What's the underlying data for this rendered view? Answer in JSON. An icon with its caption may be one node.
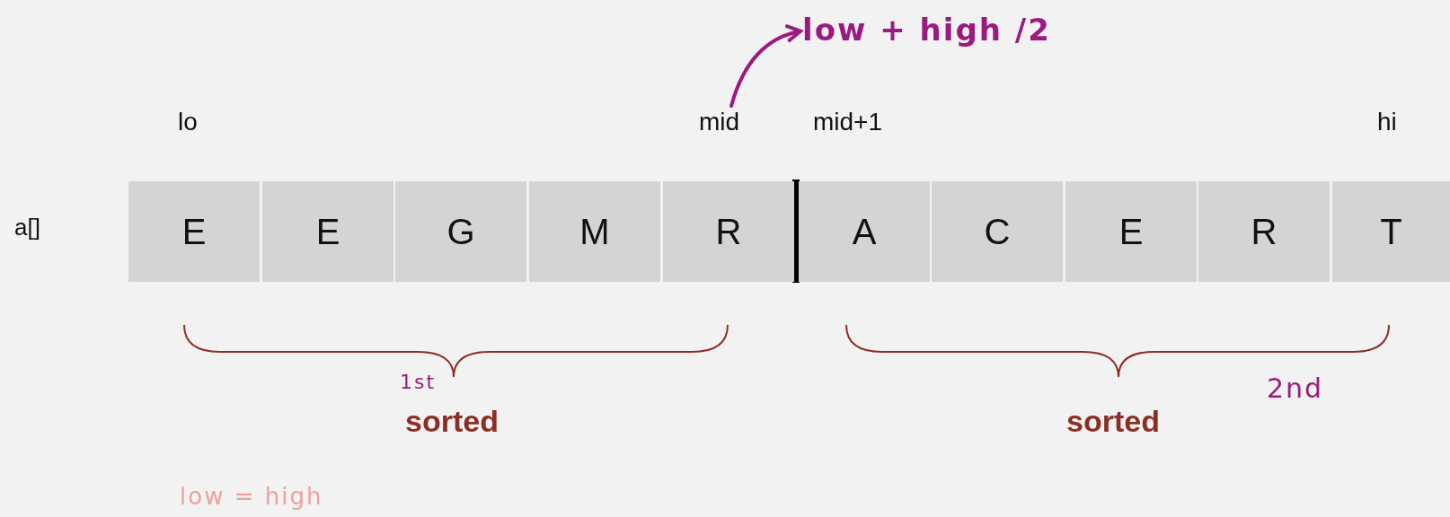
{
  "diagram": {
    "nodes": [
      {
        "text": [
          "low + high /2"
        ]
      },
      {
        "text": [
          "mid"
        ]
      },
      {
        "text": [
          "E"
        ]
      },
      {
        "text": [
          "E"
        ]
      },
      {
        "text": [
          "G"
        ]
      },
      {
        "text": [
          "M"
        ]
      },
      {
        "text": [
          "R"
        ]
      },
      {
        "text": [
          "A"
        ]
      },
      {
        "text": [
          "C"
        ]
      },
      {
        "text": [
          "E"
        ]
      },
      {
        "text": [
          "R"
        ]
      },
      {
        "text": [
          "T"
        ]
      }
    ],
    "edges": [
      {
        "from": 1,
        "to": 0,
        "arrow": "to",
        "color": "#9c1a7f"
      }
    ],
    "labels": [
      "lo",
      "mid+1",
      "hi",
      "a[]",
      "1st",
      "sorted",
      "2nd",
      "sorted",
      "low = high"
    ]
  }
}
